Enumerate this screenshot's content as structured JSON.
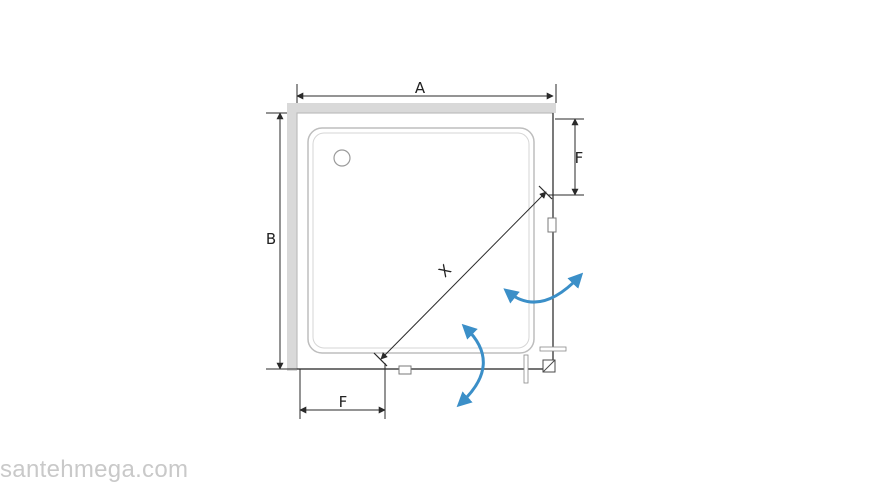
{
  "diagram": {
    "labels": {
      "width": "A",
      "depth": "B",
      "door_offset_right": "F",
      "door_offset_bottom": "F",
      "diagonal": "X"
    }
  },
  "watermark": "santehmega.com",
  "colors": {
    "outline": "#2a2a2a",
    "wall": "#d9d9d9",
    "tray": "#bdbdbd",
    "arrow": "#3b8fc8",
    "watermark": "#c9c9c9"
  },
  "icons": [
    "drain-icon",
    "swing-arrow-icon",
    "hinge-icon",
    "door-handle-icon"
  ]
}
